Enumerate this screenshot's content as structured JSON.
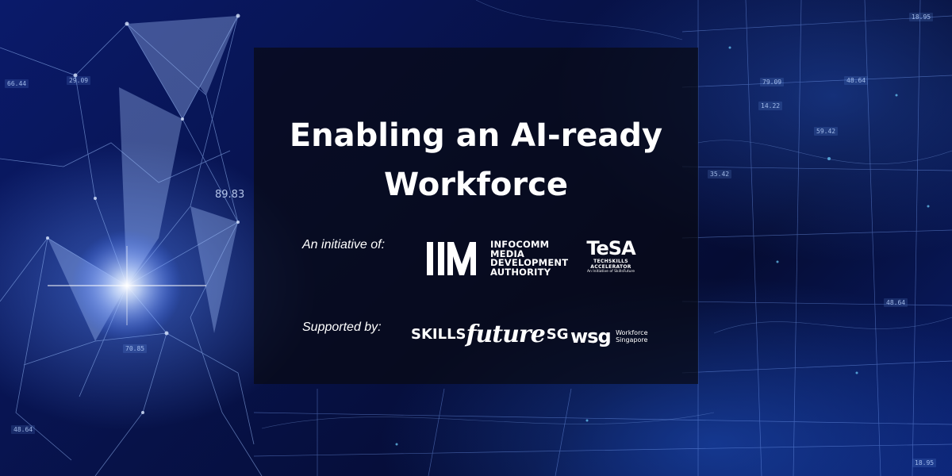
{
  "title": {
    "line1": "Enabling an AI-ready",
    "line2": "Workforce"
  },
  "initiative_label": "An initiative of:",
  "supported_label": "Supported by:",
  "imda": {
    "line1": "INFOCOMM",
    "line2": "MEDIA",
    "line3": "DEVELOPMENT",
    "line4": "AUTHORITY"
  },
  "tesa": {
    "word": "TeSA",
    "line1": "TECHSKILLS",
    "line2": "ACCELERATOR",
    "tagline": "An Initiative of SkillsFuture"
  },
  "skillsfuture": {
    "part1": "SKILLS",
    "part2": "future",
    "part3": "SG"
  },
  "wsg": {
    "word": "wsg",
    "line1": "Workforce",
    "line2": "Singapore"
  },
  "bg_numbers": [
    "66.44",
    "29.09",
    "89.83",
    "70.85",
    "48.64",
    "18.95",
    "79.09",
    "48.64",
    "14.22",
    "35.42",
    "59.42",
    "48.64",
    "18.95"
  ],
  "colors": {
    "panel": "#080a14",
    "text": "#ffffff",
    "accent": "#6f9cff"
  }
}
